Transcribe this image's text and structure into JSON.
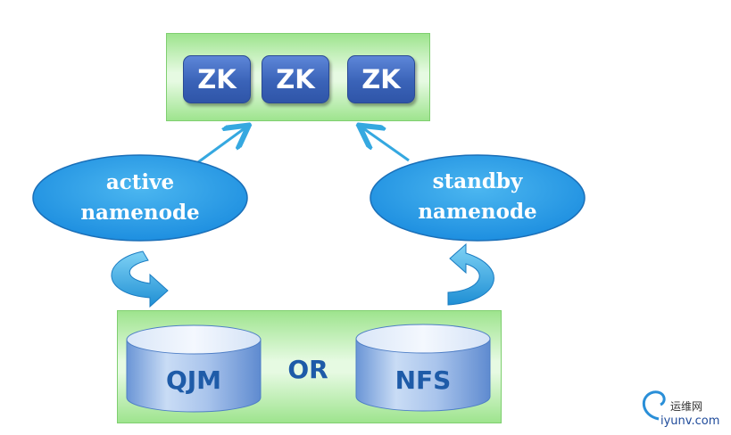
{
  "zk_cluster": {
    "nodes": [
      "ZK",
      "ZK",
      "ZK"
    ]
  },
  "active_namenode": {
    "line1": "active",
    "line2": "namenode"
  },
  "standby_namenode": {
    "line1": "standby",
    "line2": "namenode"
  },
  "storage": {
    "qjm_label": "QJM",
    "or_label": "OR",
    "nfs_label": "NFS"
  },
  "watermark": {
    "site_cn": "运维网",
    "site_en": "iyunv.com"
  },
  "colors": {
    "box_green": "#9ee48e",
    "zk_blue": "#3a63b8",
    "ellipse_blue": "#2fa0e8",
    "arrow_blue": "#35a8e0",
    "text_blue": "#1e5ba8"
  }
}
